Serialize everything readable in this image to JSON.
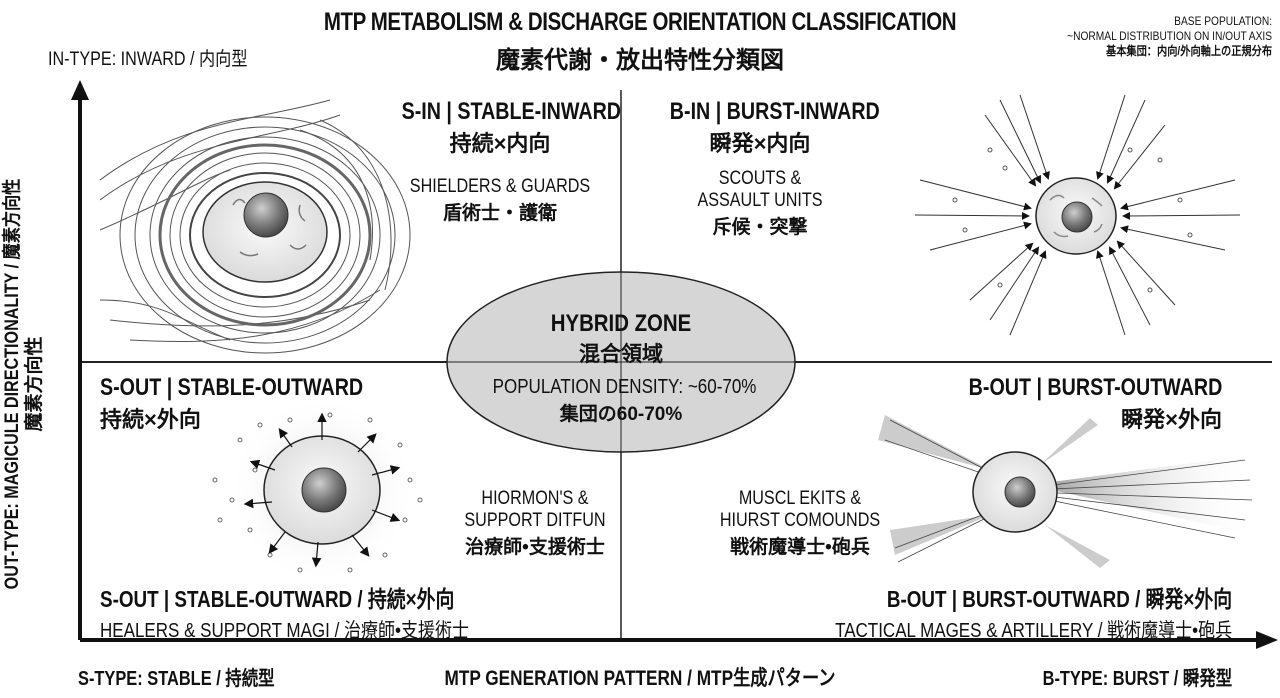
{
  "header": {
    "title_en": "MTP METABOLISM & DISCHARGE ORIENTATION CLASSIFICATION",
    "title_jp": "魔素代謝・放出特性分類図",
    "base_population": {
      "line1": "BASE POPULATION:",
      "line2": "~NORMAL DISTRIBUTION ON IN/OUT AXIS",
      "line3": "基本集団：内向/外向軸上の正規分布"
    }
  },
  "axes": {
    "y_top_label": "IN-TYPE: INWARD / 内向型",
    "y_axis_label_line1": "OUT-TYPE: MAGICULE DIRECTIONALITY / 魔素方向性",
    "y_axis_label_line2": "魔素方向性",
    "x_left_label": "S-TYPE: STABLE / 持続型",
    "x_center_label": "MTP GENERATION PATTERN / MTP生成パターン",
    "x_right_label": "B-TYPE: BURST / 瞬発型"
  },
  "quadrants": {
    "s_in": {
      "title": "S-IN | STABLE-INWARD",
      "subtitle": "持続×内向",
      "role_en": "SHIELDERS & GUARDS",
      "role_jp": "盾術士・護衛",
      "illustration": "cell-with-wrapped-flow-lines"
    },
    "b_in": {
      "title": "B-IN | BURST-INWARD",
      "subtitle": "瞬発×内向",
      "role_en_line1": "SCOUTS &",
      "role_en_line2": "ASSAULT UNITS",
      "role_jp": "斥候・突撃",
      "illustration": "cell-with-inward-arrows"
    },
    "s_out": {
      "title": "S-OUT | STABLE-OUTWARD",
      "subtitle": "持続×外向",
      "role_en_line1": "HIORMON'S &",
      "role_en_line2": "SUPPORT DITFUN",
      "role_jp": "治療師•支援術士",
      "footer_title": "S-OUT | STABLE-OUTWARD / 持続×外向",
      "footer_role": "HEALERS & SUPPORT MAGI / 治療師•支援術士",
      "illustration": "cell-with-outward-arrows-and-particles"
    },
    "b_out": {
      "title": "B-OUT | BURST-OUTWARD",
      "subtitle": "瞬発×外向",
      "role_en_line1": "MUSCL EKITS &",
      "role_en_line2": "HIURST COMOUNDS",
      "role_jp": "戦術魔導士•砲兵",
      "footer_title": "B-OUT | BURST-OUTWARD / 瞬発×外向",
      "footer_role": "TACTICAL MAGES & ARTILLERY / 戦術魔導士•砲兵",
      "illustration": "cell-with-beam-bursts"
    }
  },
  "hybrid_zone": {
    "title": "HYBRID ZONE",
    "title_jp": "混合領域",
    "population": "POPULATION DENSITY: ~60-70%",
    "population_jp": "集団の60-70%",
    "fill_color": "#d6d6d6"
  },
  "colors": {
    "ink": "#111111",
    "background": "#ffffff",
    "ellipse_fill": "#d6d6d6"
  }
}
